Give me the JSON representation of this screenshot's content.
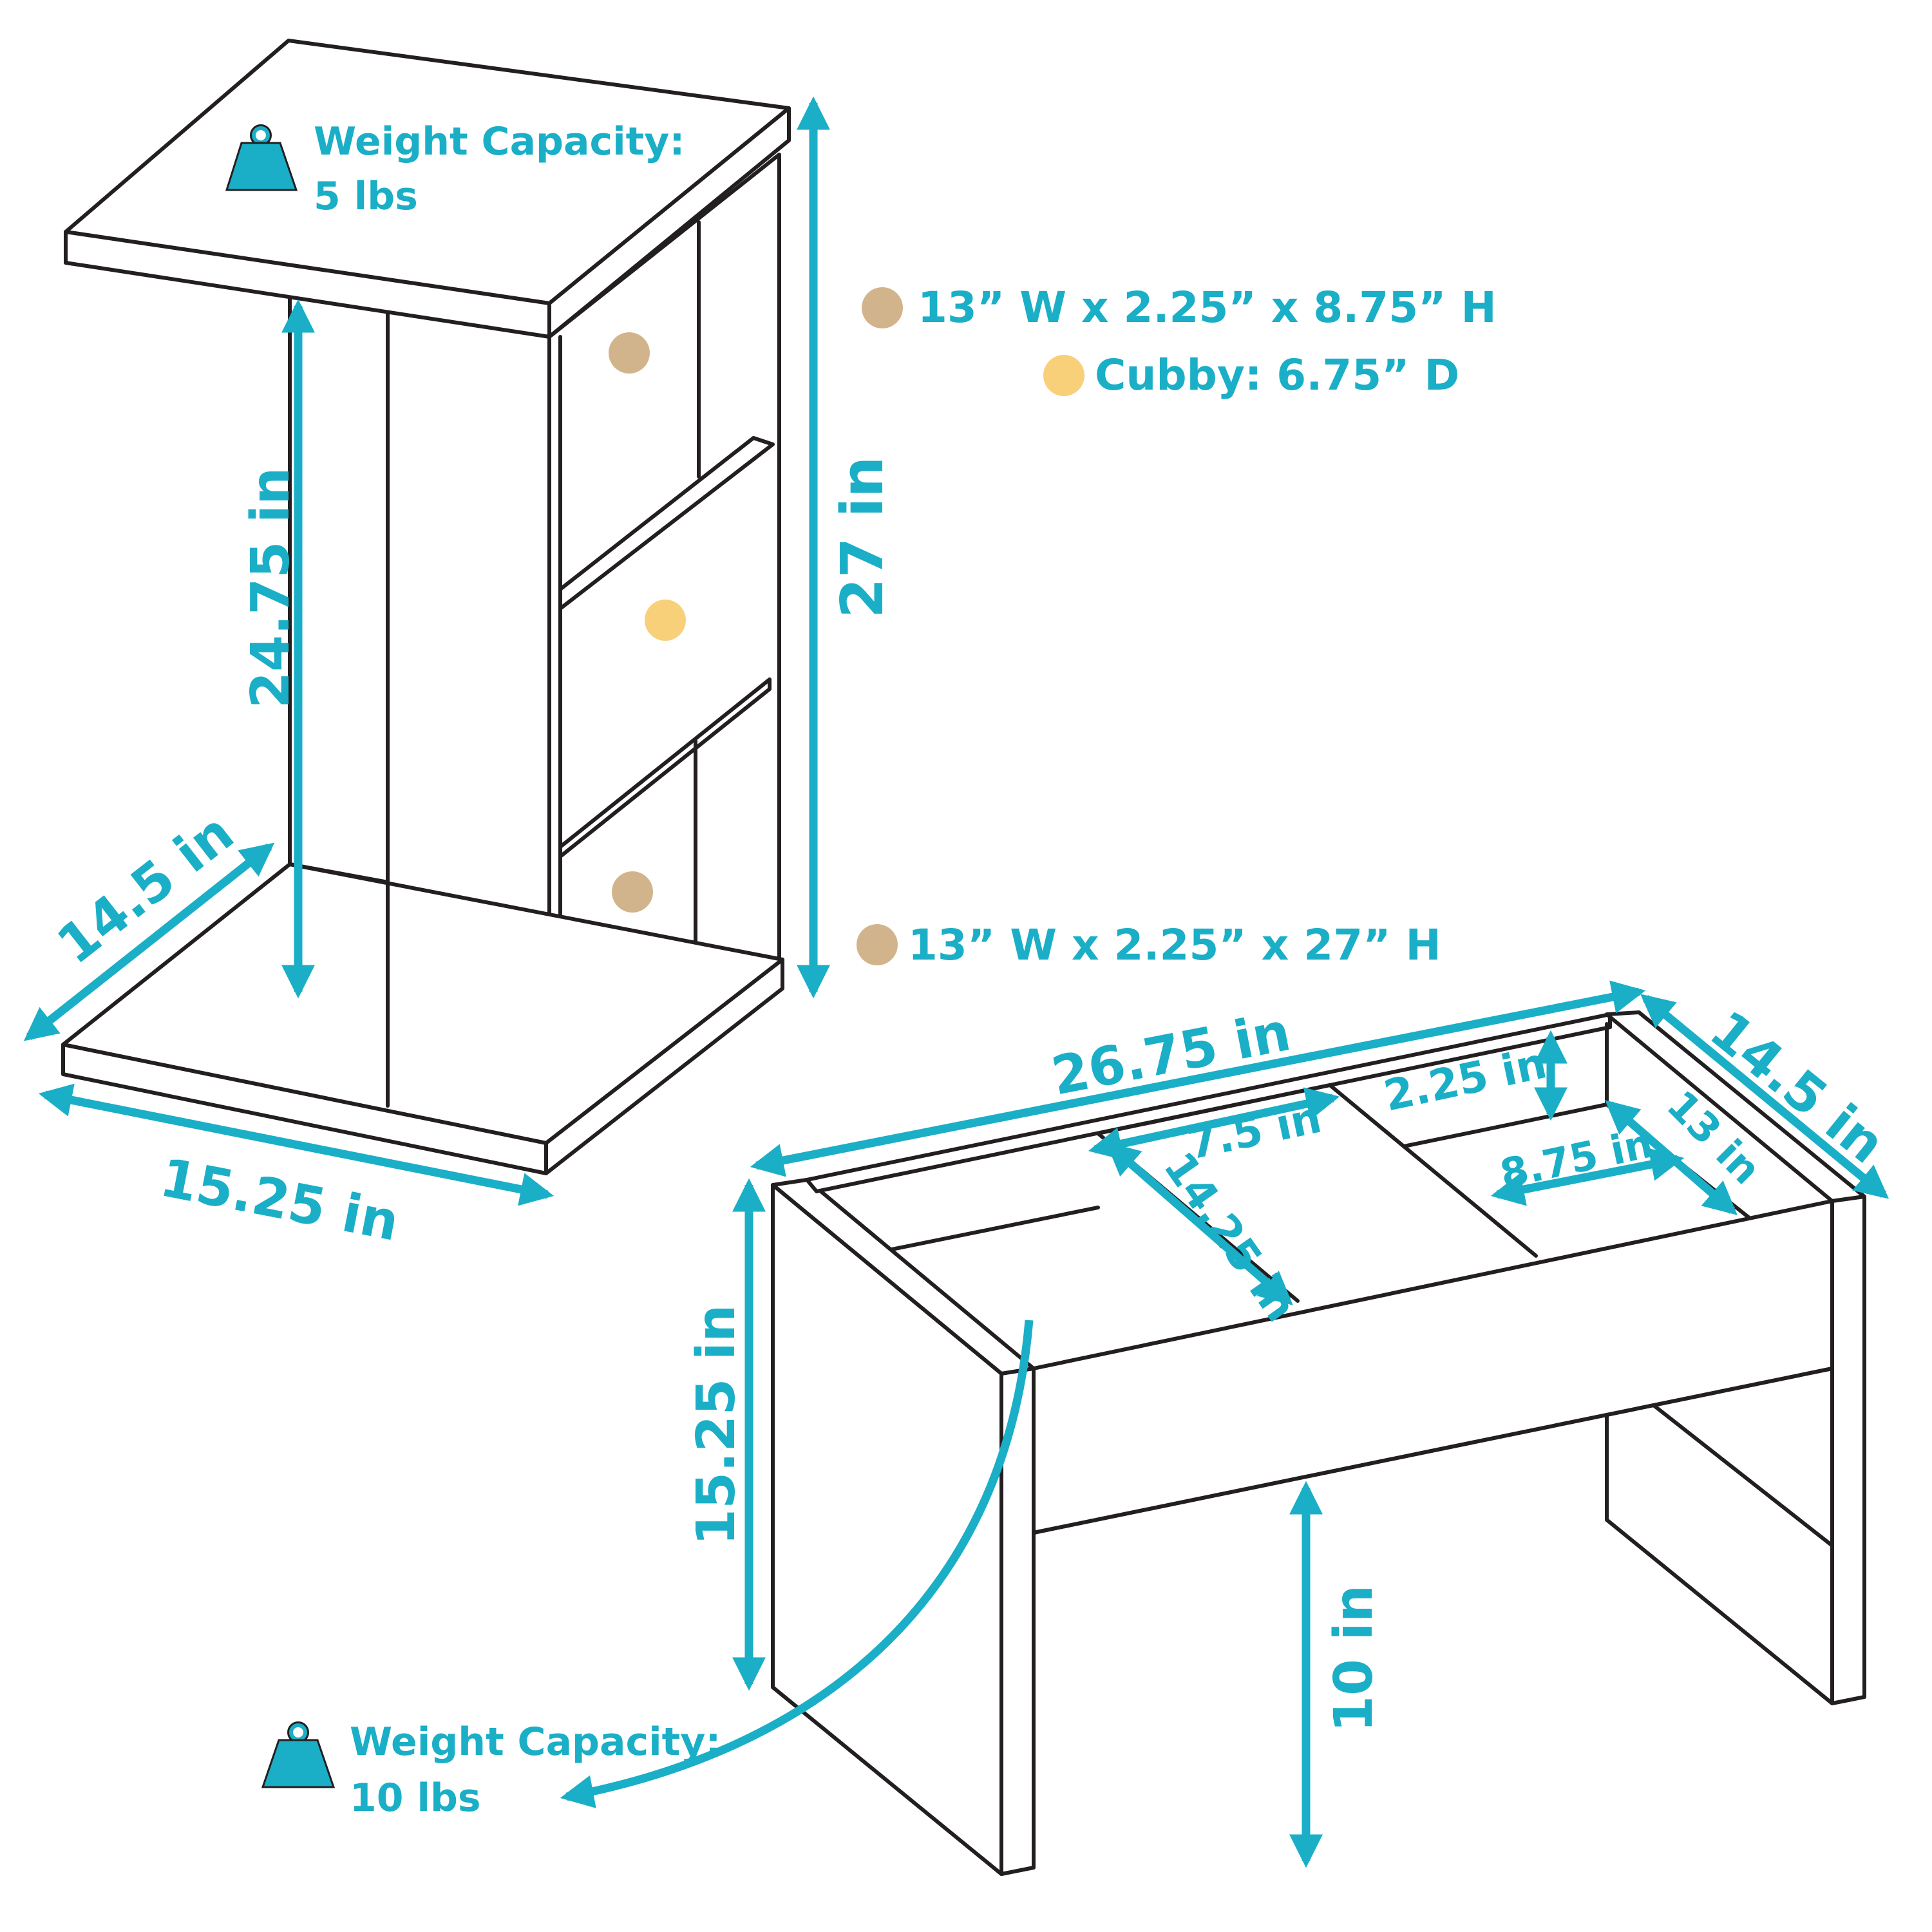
{
  "colors": {
    "accent": "#1aafc6",
    "outline": "#231f20",
    "dot_tan": "#d2b48c",
    "dot_yellow": "#f9d07a",
    "background": "#ffffff"
  },
  "side_table": {
    "weight_capacity": {
      "icon": "weight-icon",
      "label": "Weight Capacity:",
      "value": "5 lbs"
    },
    "dimensions": {
      "inner_height": "24.75 in",
      "total_height": "27 in",
      "base_depth": "14.5 in",
      "base_width": "15.25 in"
    },
    "legend": [
      {
        "dot_color": "#d2b48c",
        "text": "13” W x 2.25” x 8.75” H"
      },
      {
        "dot_color": "#f9d07a",
        "text": "Cubby: 6.75” D"
      },
      {
        "dot_color": "#d2b48c",
        "text": "13” W x 2.25” x 27” H"
      }
    ]
  },
  "bench": {
    "weight_capacity": {
      "icon": "weight-icon",
      "label": "Weight Capacity:",
      "value": "10 lbs"
    },
    "dimensions": {
      "length": "26.75 in",
      "depth": "14.5 in",
      "height": "15.25 in",
      "clearance": "10 in",
      "compartment_width": "7.5 in",
      "compartment_length": "14.25 in",
      "tray_depth": "2.25 in",
      "small_compartment_width": "8.75 in",
      "small_compartment_length": "13 in"
    }
  }
}
